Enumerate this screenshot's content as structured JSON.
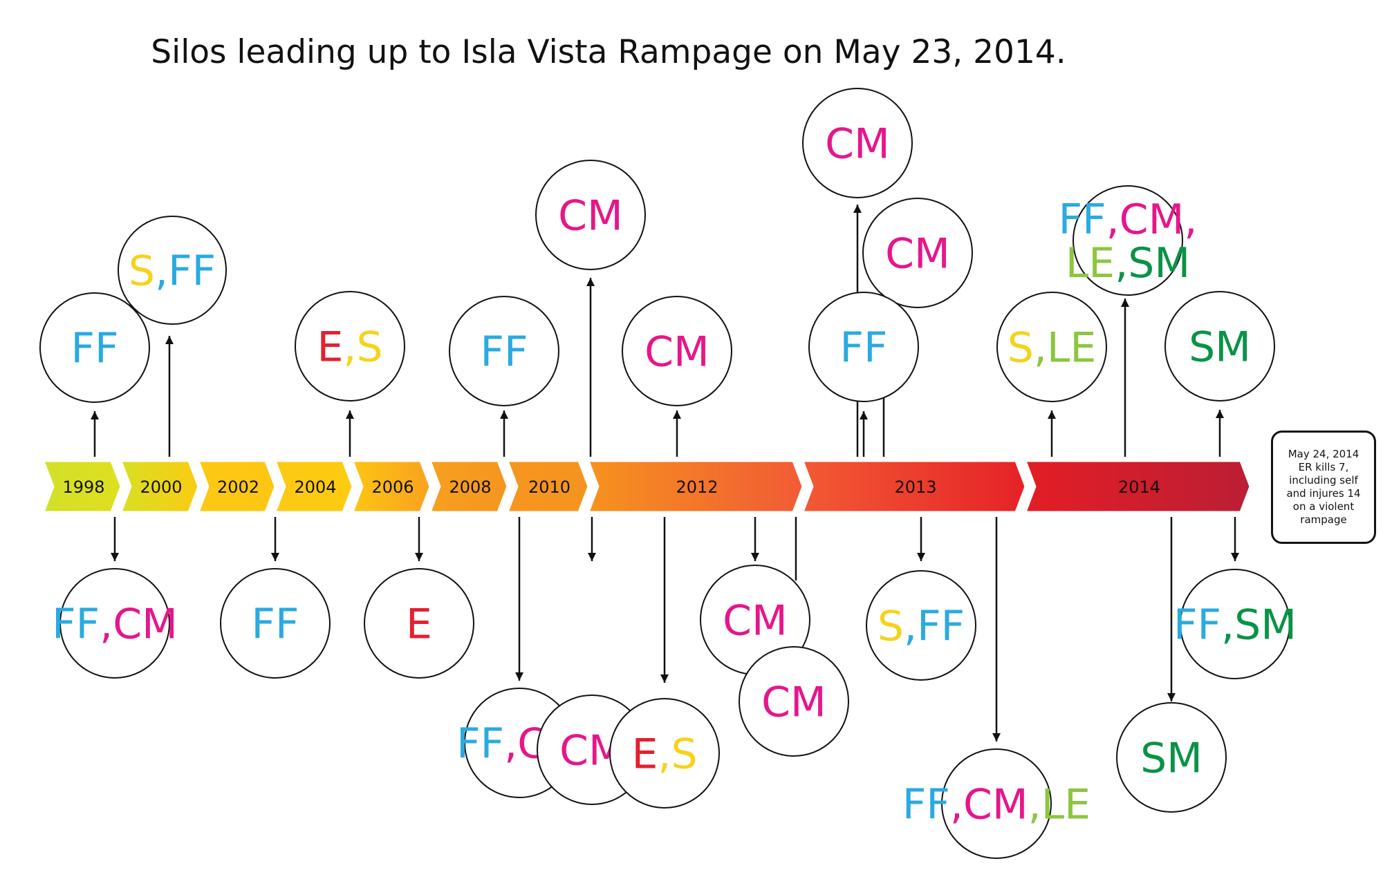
{
  "title": "Silos leading up to Isla Vista Rampage on May 23, 2014.",
  "colors": {
    "FF": "#29aae1",
    "CM": "#e6168a",
    "S": "#f7d21b",
    "E": "#e4202f",
    "LE": "#8cc63e",
    "SM": "#0a9346"
  },
  "timeline": {
    "segments": [
      {
        "label": "1998"
      },
      {
        "label": "2000"
      },
      {
        "label": "2002"
      },
      {
        "label": "2004"
      },
      {
        "label": "2006"
      },
      {
        "label": "2008"
      },
      {
        "label": "2010"
      },
      {
        "label": "2012"
      },
      {
        "label": "2013"
      },
      {
        "label": "2014"
      }
    ]
  },
  "final_event": {
    "lines": [
      "May 24, 2014",
      "ER kills 7,",
      "including self",
      "and injures 14",
      "on a violent",
      "rampage"
    ]
  },
  "events": [
    {
      "tags": [
        [
          "FF"
        ]
      ]
    },
    {
      "tags": [
        [
          "S",
          "FF"
        ]
      ]
    },
    {
      "tags": [
        [
          "E",
          "S"
        ]
      ]
    },
    {
      "tags": [
        [
          "FF"
        ]
      ]
    },
    {
      "tags": [
        [
          "CM"
        ]
      ]
    },
    {
      "tags": [
        [
          "CM"
        ]
      ]
    },
    {
      "tags": [
        [
          "CM"
        ]
      ]
    },
    {
      "tags": [
        [
          "CM"
        ]
      ]
    },
    {
      "tags": [
        [
          "FF"
        ]
      ]
    },
    {
      "tags": [
        [
          "S",
          "LE"
        ]
      ]
    },
    {
      "tags": [
        [
          "FF",
          "CM"
        ],
        [
          "LE",
          "SM"
        ]
      ]
    },
    {
      "tags": [
        [
          "SM"
        ]
      ]
    },
    {
      "tags": [
        [
          "FF",
          "CM"
        ]
      ]
    },
    {
      "tags": [
        [
          "FF"
        ]
      ]
    },
    {
      "tags": [
        [
          "E"
        ]
      ]
    },
    {
      "tags": [
        [
          "FF",
          "CM"
        ]
      ]
    },
    {
      "tags": [
        [
          "CM"
        ]
      ]
    },
    {
      "tags": [
        [
          "E",
          "S"
        ]
      ]
    },
    {
      "tags": [
        [
          "CM"
        ]
      ]
    },
    {
      "tags": [
        [
          "CM"
        ]
      ]
    },
    {
      "tags": [
        [
          "S",
          "FF"
        ]
      ]
    },
    {
      "tags": [
        [
          "FF",
          "CM",
          "LE"
        ]
      ]
    },
    {
      "tags": [
        [
          "SM"
        ]
      ]
    },
    {
      "tags": [
        [
          "FF",
          "SM"
        ]
      ]
    }
  ]
}
